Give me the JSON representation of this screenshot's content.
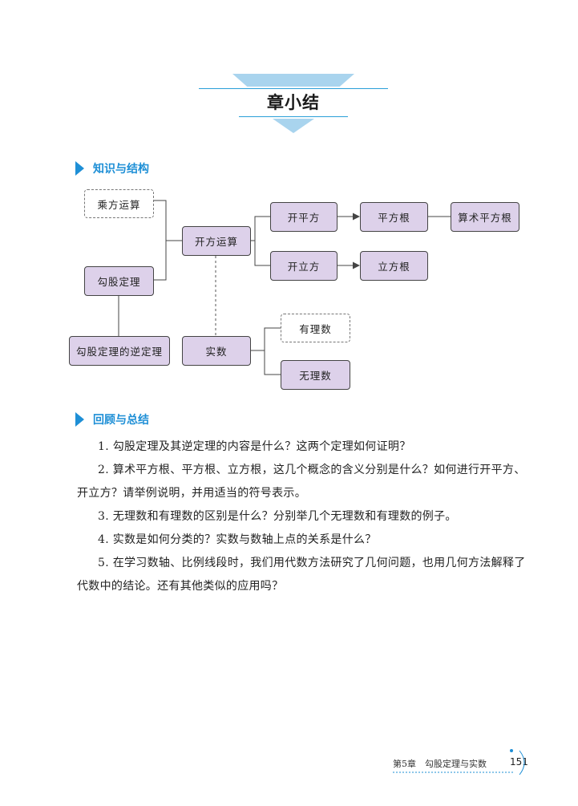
{
  "chapter": {
    "title": "章小结"
  },
  "sections": {
    "knowledge": {
      "title": "知识与结构"
    },
    "review": {
      "title": "回顾与总结"
    }
  },
  "diagram": {
    "nodes": {
      "power": "乘方运算",
      "pythagorean": "勾股定理",
      "pythagorean_converse": "勾股定理的逆定理",
      "root_extraction": "开方运算",
      "square_root_op": "开平方",
      "square_root": "平方根",
      "arithmetic_square_root": "算术平方根",
      "cube_root_op": "开立方",
      "cube_root": "立方根",
      "real_number": "实数",
      "rational_number": "有理数",
      "irrational_number": "无理数"
    }
  },
  "review_questions": [
    "1. 勾股定理及其逆定理的内容是什么？这两个定理如何证明？",
    "2. 算术平方根、平方根、立方根，这几个概念的含义分别是什么？如何进行开平方、开立方？请举例说明，并用适当的符号表示。",
    "3. 无理数和有理数的区别是什么？分别举几个无理数和有理数的例子。",
    "4. 实数是如何分类的？实数与数轴上点的关系是什么？",
    "5. 在学习数轴、比例线段时，我们用代数方法研究了几何问题，也用几何方法解释了代数中的结论。还有其他类似的应用吗？"
  ],
  "footer": {
    "chapter_label": "第5章　勾股定理与实数",
    "page_number": "151"
  },
  "colors": {
    "accent": "#1e8fd6",
    "node_fill": "#ddd1ea",
    "banner": "#a9d4ee"
  }
}
